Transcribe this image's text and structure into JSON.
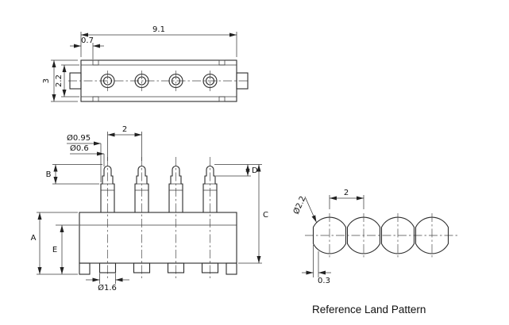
{
  "drawing": {
    "colors": {
      "line": "#2b2b2b",
      "background": "#ffffff"
    },
    "top_view": {
      "dim_width": "9.1",
      "dim_offset": "0.7",
      "dim_height": "3",
      "dim_inner_height": "2.2"
    },
    "front_view": {
      "dim_pitch": "2",
      "dim_dia_large": "Ø0.95",
      "dim_dia_small": "Ø0.6",
      "dim_b": "B",
      "dim_d": "D",
      "dim_a": "A",
      "dim_e": "E",
      "dim_c": "C",
      "dim_base_dia": "Ø1.6"
    },
    "land_pattern": {
      "dim_pitch": "2",
      "dim_pad_dia": "Ø2.2",
      "dim_gap": "0.3",
      "caption": "Reference Land Pattern"
    }
  }
}
